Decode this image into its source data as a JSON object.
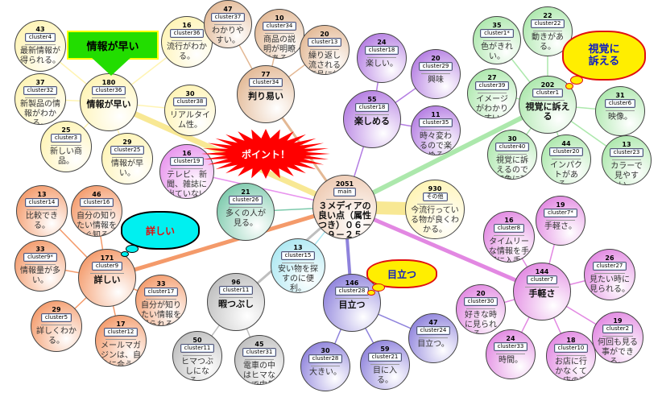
{
  "callouts": {
    "fast": "情報が早い",
    "visual": "視覚に\n訴える",
    "detail": "詳しい",
    "stand": "目立つ",
    "point": "ポイント！"
  },
  "nodes": [
    {
      "id": "main",
      "count": "2051",
      "label": "main",
      "text": "３メディアの良い点（属性つき）０６－９－２５",
      "group": "main",
      "hub": true
    },
    {
      "id": "other",
      "count": "930",
      "label": "その他",
      "text": "今流行っている物が良くわかる。",
      "group": "yellow"
    },
    {
      "id": "fast-hub",
      "count": "180",
      "label": "cluster36",
      "text": "情報が早い",
      "group": "yellow",
      "hub": true
    },
    {
      "id": "c4",
      "count": "43",
      "label": "cluster4",
      "text": "最新情報が得られる。",
      "group": "yellow"
    },
    {
      "id": "c36",
      "count": "16",
      "label": "cluster36",
      "text": "流行がわかる。",
      "group": "yellow"
    },
    {
      "id": "c32",
      "count": "37",
      "label": "cluster32",
      "text": "新製品の情報がわかる。",
      "group": "yellow"
    },
    {
      "id": "c38",
      "count": "30",
      "label": "cluster38",
      "text": "リアルタイム性。",
      "group": "yellow"
    },
    {
      "id": "c3",
      "count": "25",
      "label": "cluster3",
      "text": "新しい商品。",
      "group": "yellow"
    },
    {
      "id": "c25",
      "count": "29",
      "label": "cluster25",
      "text": "情報が早い。",
      "group": "yellow"
    },
    {
      "id": "easy-hub",
      "count": "77",
      "label": "cluster34",
      "text": "判り易い",
      "group": "tan",
      "hub": true
    },
    {
      "id": "c37",
      "count": "47",
      "label": "cluster37",
      "text": "わかりやすい。",
      "group": "tan"
    },
    {
      "id": "c34",
      "count": "10",
      "label": "cluster34",
      "text": "商品の説明が明瞭である。",
      "group": "tan"
    },
    {
      "id": "c13",
      "count": "20",
      "label": "cluster13",
      "text": "繰り返し流される商品に対するコ",
      "group": "tan"
    },
    {
      "id": "fun-hub",
      "count": "55",
      "label": "cluster18",
      "text": "楽しめる",
      "group": "purple",
      "hub": true
    },
    {
      "id": "c18",
      "count": "24",
      "label": "cluster18",
      "text": "楽しい。",
      "group": "purple"
    },
    {
      "id": "c29",
      "count": "20",
      "label": "cluster29",
      "text": "興味",
      "group": "purple"
    },
    {
      "id": "c35",
      "count": "11",
      "label": "cluster35",
      "text": "時々変わるので楽しめる。",
      "group": "purple"
    },
    {
      "id": "visual-hub",
      "count": "202",
      "label": "cluster1",
      "text": "視覚に訴える",
      "group": "green",
      "hub": true
    },
    {
      "id": "c1s",
      "count": "35",
      "label": "cluster1*",
      "text": "色がきれい。",
      "group": "green"
    },
    {
      "id": "c22",
      "count": "22",
      "label": "cluster22",
      "text": "動きがある。",
      "group": "green"
    },
    {
      "id": "c39",
      "count": "27",
      "label": "cluster39",
      "text": "イメージがわかりやすい。",
      "group": "green"
    },
    {
      "id": "c6",
      "count": "31",
      "label": "cluster6",
      "text": "映像。",
      "group": "green"
    },
    {
      "id": "c40",
      "count": "30",
      "label": "cluster40",
      "text": "視覚に訴えるので印象に残る。",
      "group": "green"
    },
    {
      "id": "c20",
      "count": "44",
      "label": "cluster20",
      "text": "インパクトがある。",
      "group": "green"
    },
    {
      "id": "c23",
      "count": "13",
      "label": "cluster23",
      "text": "カラーで見やすい。",
      "group": "green"
    },
    {
      "id": "c19",
      "count": "16",
      "label": "cluster19",
      "text": "テレビ、新聞、雑誌に出ていない商品情報を得る事",
      "group": "pink"
    },
    {
      "id": "c26",
      "count": "21",
      "label": "cluster26",
      "text": "多くの人が見る。",
      "group": "teal"
    },
    {
      "id": "c15",
      "count": "13",
      "label": "cluster15",
      "text": "安い物を探すのに便利。",
      "group": "cyan"
    },
    {
      "id": "detail-hub",
      "count": "171",
      "label": "cluster9",
      "text": "詳しい",
      "group": "orange",
      "hub": true
    },
    {
      "id": "c14",
      "count": "13",
      "label": "cluster14",
      "text": "比較できる。",
      "group": "orange"
    },
    {
      "id": "c16",
      "count": "46",
      "label": "cluster16",
      "text": "自分の知りたい情報をすぐ知るこ",
      "group": "orange"
    },
    {
      "id": "c9s",
      "count": "33",
      "label": "cluster9*",
      "text": "情報量が多い。",
      "group": "orange"
    },
    {
      "id": "c5",
      "count": "29",
      "label": "cluster5",
      "text": "詳しくわかる。",
      "group": "orange"
    },
    {
      "id": "c17",
      "count": "33",
      "label": "cluster17",
      "text": "自分が知りたい情報を得られる。",
      "group": "orange"
    },
    {
      "id": "c12",
      "count": "17",
      "label": "cluster12",
      "text": "メールマガジンは、自分に合うも",
      "group": "orange"
    },
    {
      "id": "pass-hub",
      "count": "96",
      "label": "cluster11",
      "text": "暇つぶし",
      "group": "gray",
      "hub": true
    },
    {
      "id": "c11",
      "count": "50",
      "label": "cluster11",
      "text": "ヒマつぶしになる。",
      "group": "gray"
    },
    {
      "id": "c31",
      "count": "45",
      "label": "cluster31",
      "text": "電車の中はヒマなので中吊り広告",
      "group": "gray"
    },
    {
      "id": "stand-hub",
      "count": "146",
      "label": "cluster28",
      "text": "目立つ",
      "group": "blue",
      "hub": true
    },
    {
      "id": "c28",
      "count": "30",
      "label": "cluster28",
      "text": "大きい。",
      "group": "blue"
    },
    {
      "id": "c21",
      "count": "59",
      "label": "cluster21",
      "text": "目に入る。",
      "group": "blue"
    },
    {
      "id": "c24",
      "count": "47",
      "label": "cluster24",
      "text": "目立つ。",
      "group": "blue"
    },
    {
      "id": "handy-hub",
      "count": "144",
      "label": "cluster7",
      "text": "手軽さ",
      "group": "magenta",
      "hub": true
    },
    {
      "id": "c8",
      "count": "16",
      "label": "cluster8",
      "text": "タイムリーな情報を手軽に入手で",
      "group": "magenta"
    },
    {
      "id": "c7s",
      "count": "19",
      "label": "cluster7*",
      "text": "手軽さ。",
      "group": "magenta"
    },
    {
      "id": "c27",
      "count": "26",
      "label": "cluster27",
      "text": "見たい時に見られる。",
      "group": "magenta"
    },
    {
      "id": "c30",
      "count": "20",
      "label": "cluster30",
      "text": "好きな時に見られる。",
      "group": "magenta"
    },
    {
      "id": "c2",
      "count": "19",
      "label": "cluster2",
      "text": "何回も見る事ができる。",
      "group": "magenta"
    },
    {
      "id": "c33",
      "count": "24",
      "label": "cluster33",
      "text": "時間。",
      "group": "magenta"
    },
    {
      "id": "c10",
      "count": "18",
      "label": "cluster10",
      "text": "お店に行かなくても店の商品を見",
      "group": "magenta"
    }
  ],
  "colors": {
    "main": "#e8b898",
    "yellow": "#fff09a",
    "tan": "#d9a070",
    "purple": "#9a50d8",
    "green": "#90e090",
    "pink": "#e070e8",
    "teal": "#50b890",
    "cyan": "#90e0ee",
    "orange": "#f07838",
    "gray": "#a8a8a8",
    "blue": "#6858d0",
    "magenta": "#d860d8"
  }
}
